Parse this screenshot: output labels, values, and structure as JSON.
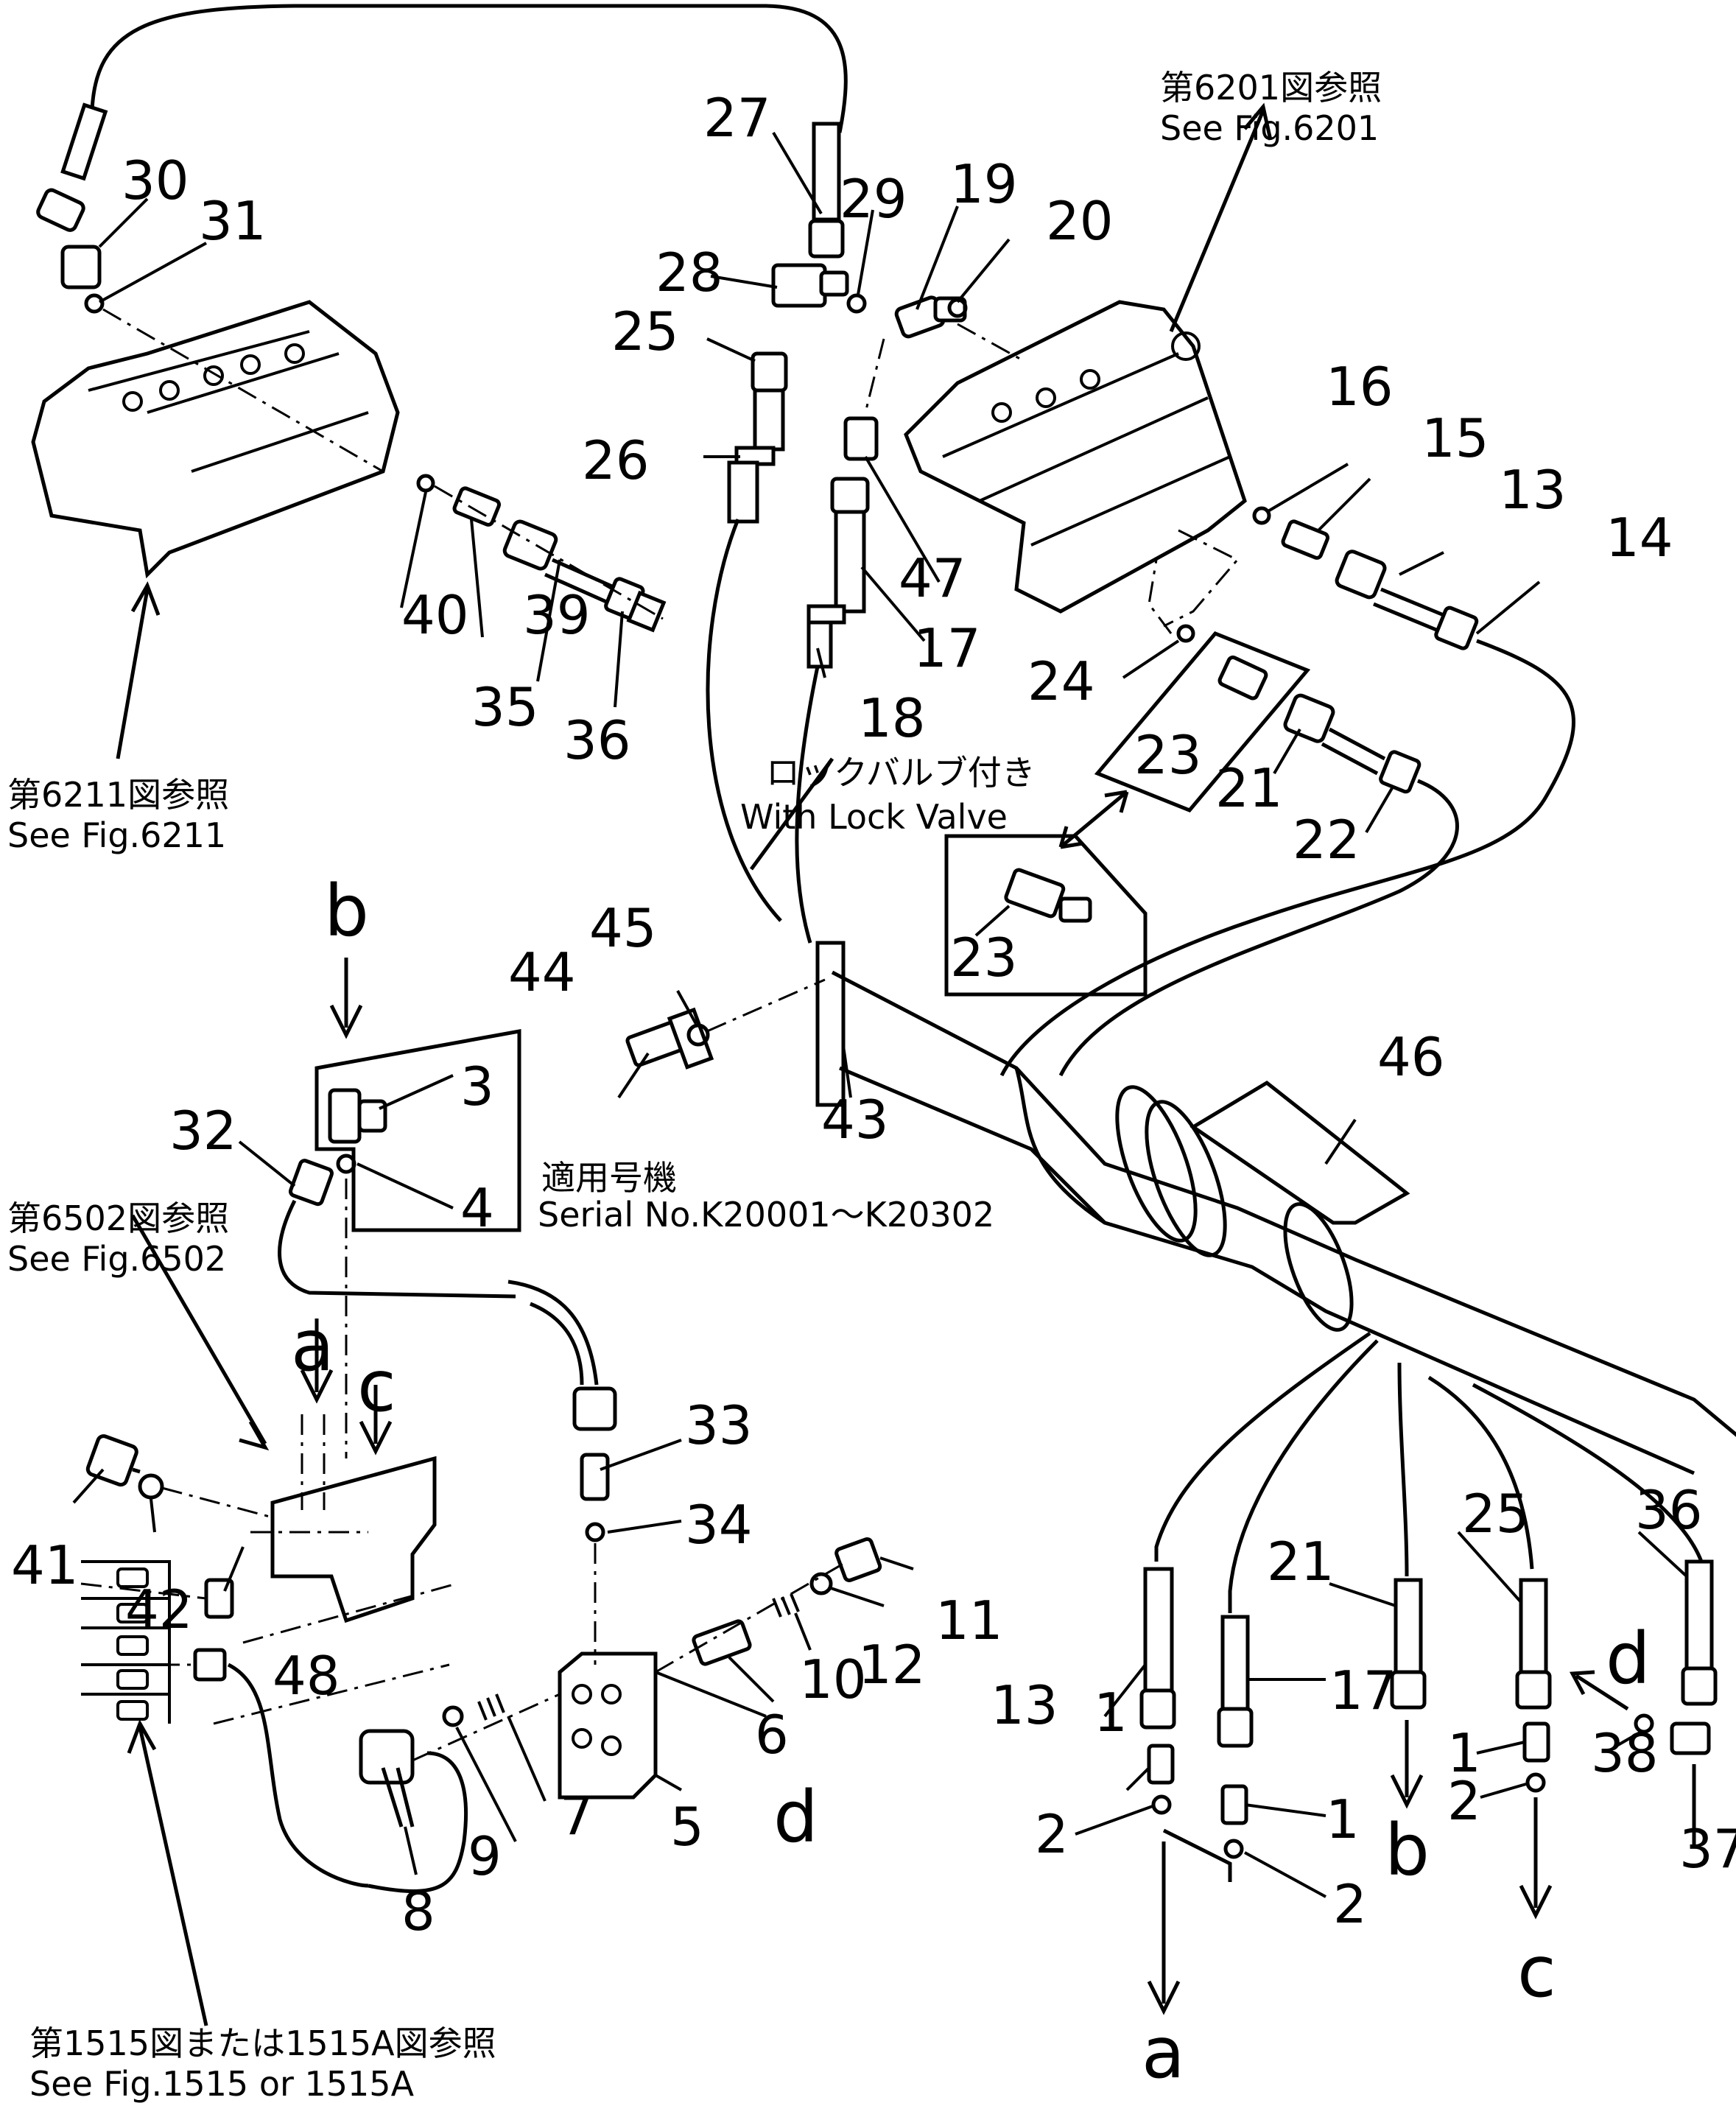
{
  "diagram": {
    "part_numbers": [
      "1",
      "1",
      "1",
      "2",
      "2",
      "2",
      "3",
      "4",
      "5",
      "6",
      "7",
      "8",
      "9",
      "10",
      "11",
      "12",
      "13",
      "13",
      "14",
      "15",
      "16",
      "17",
      "17",
      "18",
      "19",
      "20",
      "21",
      "21",
      "22",
      "23",
      "23",
      "24",
      "25",
      "25",
      "26",
      "27",
      "28",
      "29",
      "30",
      "31",
      "32",
      "33",
      "34",
      "35",
      "36",
      "36",
      "37",
      "38",
      "39",
      "40",
      "41",
      "42",
      "43",
      "44",
      "45",
      "46",
      "47",
      "48"
    ],
    "connection_letters": [
      "a",
      "a",
      "b",
      "b",
      "c",
      "c",
      "d",
      "d"
    ],
    "references": {
      "fig6201_jp": "第6201図参照",
      "fig6201_en": "See Fig.6201",
      "fig6211_jp": "第6211図参照",
      "fig6211_en": "See Fig.6211",
      "fig6502_jp": "第6502図参照",
      "fig6502_en": "See Fig.6502",
      "fig1515_jp": "第1515図または1515A図参照",
      "fig1515_en": "See Fig.1515 or 1515A",
      "lock_valve_jp": "ロックバルブ付き",
      "lock_valve_en": "With Lock Valve",
      "serial_jp": "適用号機",
      "serial_en": "Serial No.K20001～K20302"
    }
  }
}
